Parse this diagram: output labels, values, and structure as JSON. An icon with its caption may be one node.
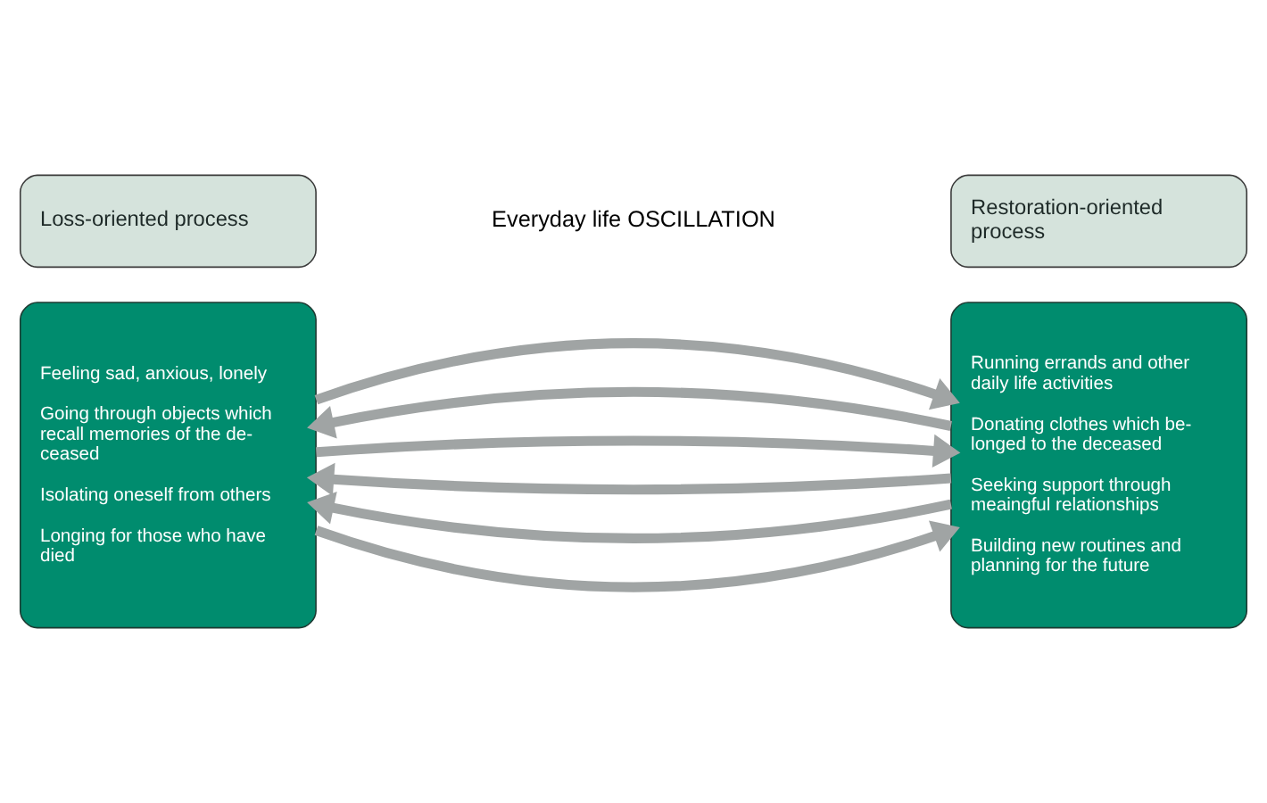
{
  "diagram": {
    "nodes": [
      {
        "text": [
          "Loss-oriented process"
        ]
      },
      {
        "text": [
          "Feeling sad, anxious, lonely",
          "Going through objects which recall memories of the de- ceased",
          "Isolating oneself from others",
          "Longing for those who have died"
        ]
      },
      {
        "text": [
          "Restoration-oriented process"
        ]
      },
      {
        "text": [
          "Running errands and other daily life activities",
          "Donating clothes which be- longed to the deceased",
          "Seeking support through meaingful relationships",
          "Building new routines and planning for the future"
        ]
      }
    ],
    "edges": [
      {
        "from": 1,
        "to": 3,
        "arrow": "to"
      },
      {
        "from": 3,
        "to": 1,
        "arrow": "to"
      },
      {
        "from": 3,
        "to": 1,
        "arrow": "to"
      },
      {
        "from": 1,
        "to": 3,
        "arrow": "to"
      },
      {
        "from": 3,
        "to": 1,
        "arrow": "to"
      },
      {
        "from": 1,
        "to": 3,
        "arrow": "to"
      }
    ],
    "labels": [
      "Everyday life OSCILLATION"
    ]
  }
}
